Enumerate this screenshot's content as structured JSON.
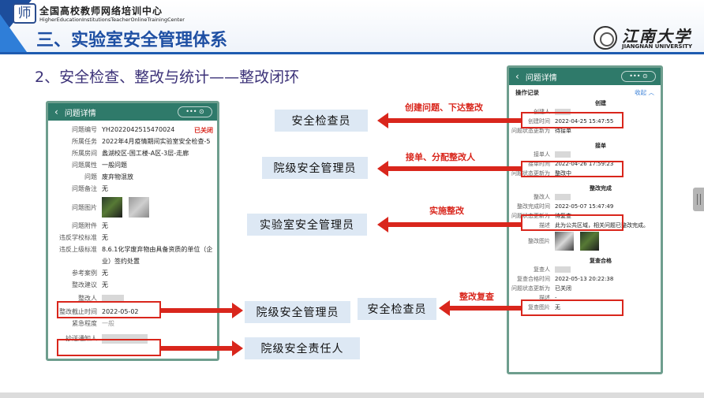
{
  "header": {
    "org_logo_char": "师",
    "org_name_cn": "全国高校教师网络培训中心",
    "org_name_en": "HigherEducationInstitutionsTeacherOnlineTrainingCenter",
    "title": "三、实验室安全管理体系",
    "university_cn": "江南大学",
    "university_en": "JIANGNAN UNIVERSITY",
    "accent_color": "#1e4fa3"
  },
  "subtitle": "2、安全检查、整改与统计——整改闭环",
  "left_phone": {
    "title": "问题详情",
    "capsule": "•••  ⊙",
    "status": "已关闭",
    "rows": [
      {
        "k": "问题编号",
        "v": "YH2022042515470024"
      },
      {
        "k": "所属任务",
        "v": "2022年4月疫情期间实验室安全检查-5"
      },
      {
        "k": "所属房间",
        "v": "蠡湖校区-国工楼-A区-3层-走廊"
      },
      {
        "k": "问题属性",
        "v": "一般问题"
      },
      {
        "k": "问题",
        "v": "废弃物混放"
      },
      {
        "k": "问题备注",
        "v": "无"
      }
    ],
    "image_label": "问题图片",
    "rows2": [
      {
        "k": "问题附件",
        "v": "无"
      },
      {
        "k": "违反学校标准",
        "v": "无"
      },
      {
        "k": "违反上级标准",
        "v": "8.6.1化学废弃物由具备资质的单位（企"
      },
      {
        "k": "",
        "v": "业）签约处置"
      },
      {
        "k": "参考案例",
        "v": "无"
      },
      {
        "k": "整改建议",
        "v": "无"
      }
    ],
    "rectifier_label": "整改人",
    "deadline_label": "整改截止时间",
    "deadline_value": "2022-05-02",
    "urgency_label": "紧急程度",
    "urgency_value": "一般",
    "cc_label": "抄送通知人"
  },
  "right_phone": {
    "title": "问题详情",
    "capsule": "•••  ⊙",
    "section": "操作记录",
    "collapse": "收起  ︿",
    "stages": [
      {
        "name": "创建",
        "rows": [
          {
            "k": "创建人",
            "v": ""
          },
          {
            "k": "创建时间",
            "v": "2022-04-25 15:47:55"
          },
          {
            "k": "问题状态更新为",
            "v": "待接单"
          }
        ]
      },
      {
        "name": "接单",
        "rows": [
          {
            "k": "接单人",
            "v": ""
          },
          {
            "k": "接单时间",
            "v": "2022-04-26 17:59:23"
          },
          {
            "k": "问题状态更新为",
            "v": "整改中"
          }
        ]
      },
      {
        "name": "整改完成",
        "rows": [
          {
            "k": "整改人",
            "v": ""
          },
          {
            "k": "整改完成时间",
            "v": "2022-05-07 15:47:49"
          },
          {
            "k": "问题状态更新为",
            "v": "待复查"
          },
          {
            "k": "描述",
            "v": "此为公共区域，相关问题已整改完成。"
          }
        ],
        "image_label": "整改图片"
      },
      {
        "name": "复查合格",
        "rows": [
          {
            "k": "复查人",
            "v": ""
          },
          {
            "k": "复查合格时间",
            "v": "2022-05-13 20:22:38"
          },
          {
            "k": "问题状态更新为",
            "v": "已关闭"
          },
          {
            "k": "描述",
            "v": "-"
          },
          {
            "k": "复查图片",
            "v": "无"
          }
        ]
      }
    ]
  },
  "roles": {
    "inspector_top": "安全检查员",
    "college_manager_top": "院级安全管理员",
    "lab_manager": "实验室安全管理员",
    "inspector_mid": "安全检查员",
    "college_manager_bottom": "院级安全管理员",
    "college_responsible": "院级安全责任人"
  },
  "actions": {
    "create": "创建问题、下达整改",
    "assign": "接单、分配整改人",
    "rectify": "实施整改",
    "recheck": "整改复查"
  }
}
